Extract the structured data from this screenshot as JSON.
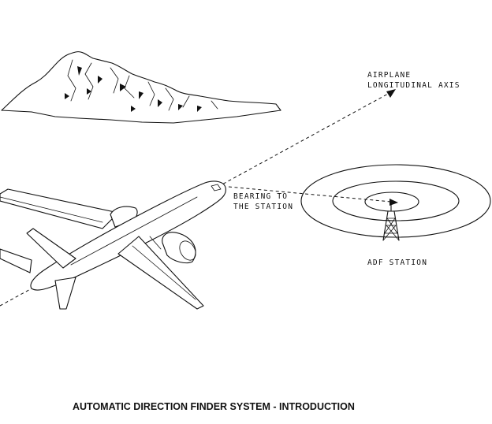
{
  "labels": {
    "axis_line1": "AIRPLANE",
    "axis_line2": "LONGITUDINAL AXIS",
    "bearing_line1": "BEARING TO",
    "bearing_line2": "THE STATION",
    "station": "ADF STATION"
  },
  "caption": "AUTOMATIC DIRECTION FINDER SYSTEM - INTRODUCTION",
  "icons": [
    "mountain-illustration",
    "airplane-illustration",
    "adf-tower-icon"
  ]
}
